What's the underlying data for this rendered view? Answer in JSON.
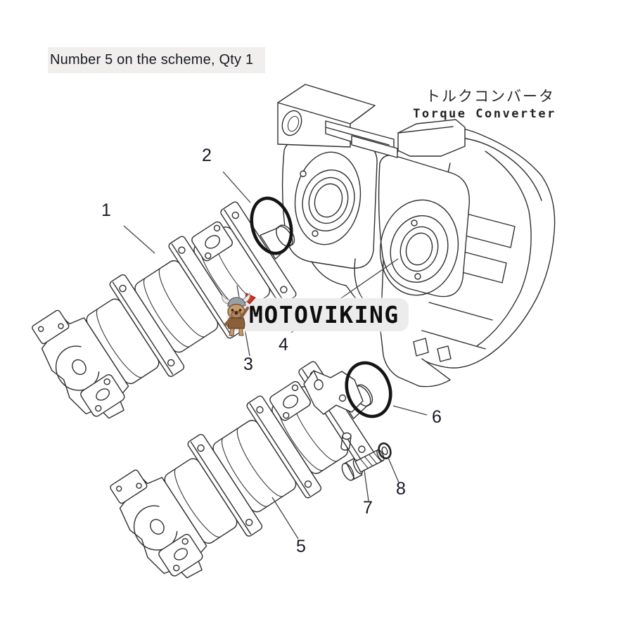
{
  "header": {
    "label": "Number 5 on the scheme, Qty 1"
  },
  "diagram": {
    "title_jp": "トルクコンバータ",
    "title_en": "Torque Converter",
    "callouts": [
      "1",
      "2",
      "3",
      "4",
      "5",
      "6",
      "7",
      "8"
    ]
  },
  "watermark": {
    "brand": "MOTOVIKING",
    "mascot": "viking-bulldog-mascot"
  },
  "colors": {
    "background": "#ffffff",
    "line": "#2f2f2f",
    "o_ring": "#151515",
    "header_bg": "#f0efee",
    "watermark_bg": "#ececec",
    "mascot_flag_red": "#d93025",
    "text": "#181826"
  }
}
